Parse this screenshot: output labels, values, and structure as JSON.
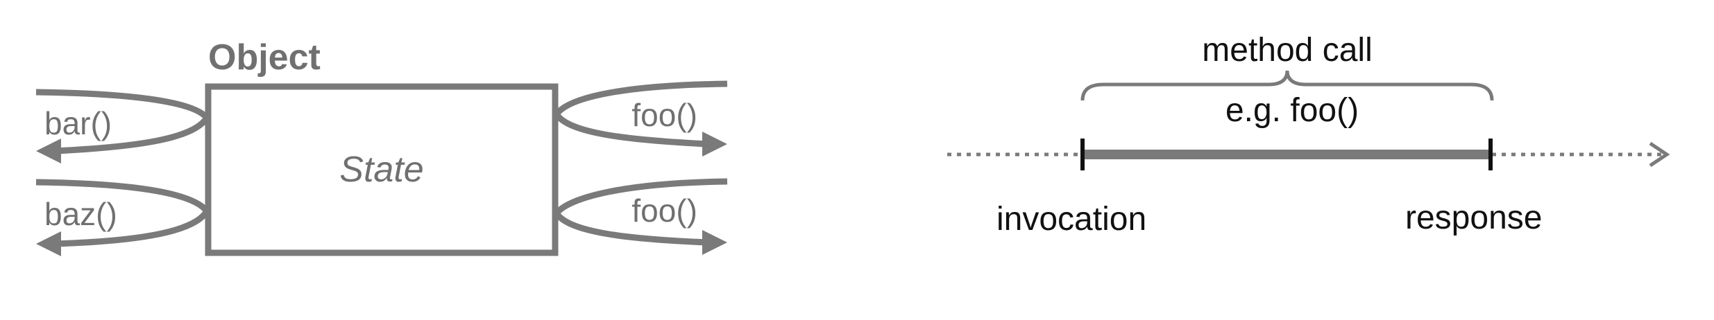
{
  "object_diagram": {
    "title": "Object",
    "state_label": "State",
    "left_methods": [
      "bar()",
      "baz()"
    ],
    "right_methods": [
      "foo()",
      "foo()"
    ]
  },
  "timeline": {
    "brace_label": "method call",
    "example_label": "e.g. foo()",
    "start_label": "invocation",
    "end_label": "response"
  },
  "colors": {
    "gray": "#7a7a7a",
    "dark": "#111111"
  }
}
